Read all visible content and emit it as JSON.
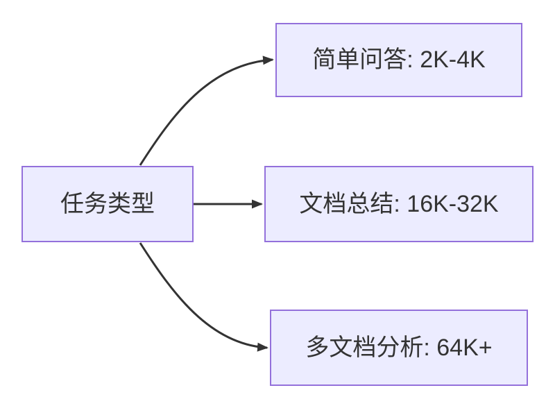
{
  "diagram": {
    "type": "flowchart",
    "direction": "LR",
    "background": "#FFFFFF",
    "colors": {
      "node_fill": "#ECECFF",
      "node_border": "#9370DB",
      "edge_stroke": "#333333",
      "label_text": "#333333"
    },
    "nodes": {
      "source": {
        "id": "source",
        "label": "任务类型"
      },
      "qa": {
        "id": "qa",
        "label": "简单问答: 2K-4K"
      },
      "summary": {
        "id": "summary",
        "label": "文档总结: 16K-32K"
      },
      "multidoc": {
        "id": "multidoc",
        "label": "多文档分析: 64K+"
      }
    },
    "edges": [
      {
        "from": "source",
        "to": "qa"
      },
      {
        "from": "source",
        "to": "summary"
      },
      {
        "from": "source",
        "to": "multidoc"
      }
    ]
  }
}
